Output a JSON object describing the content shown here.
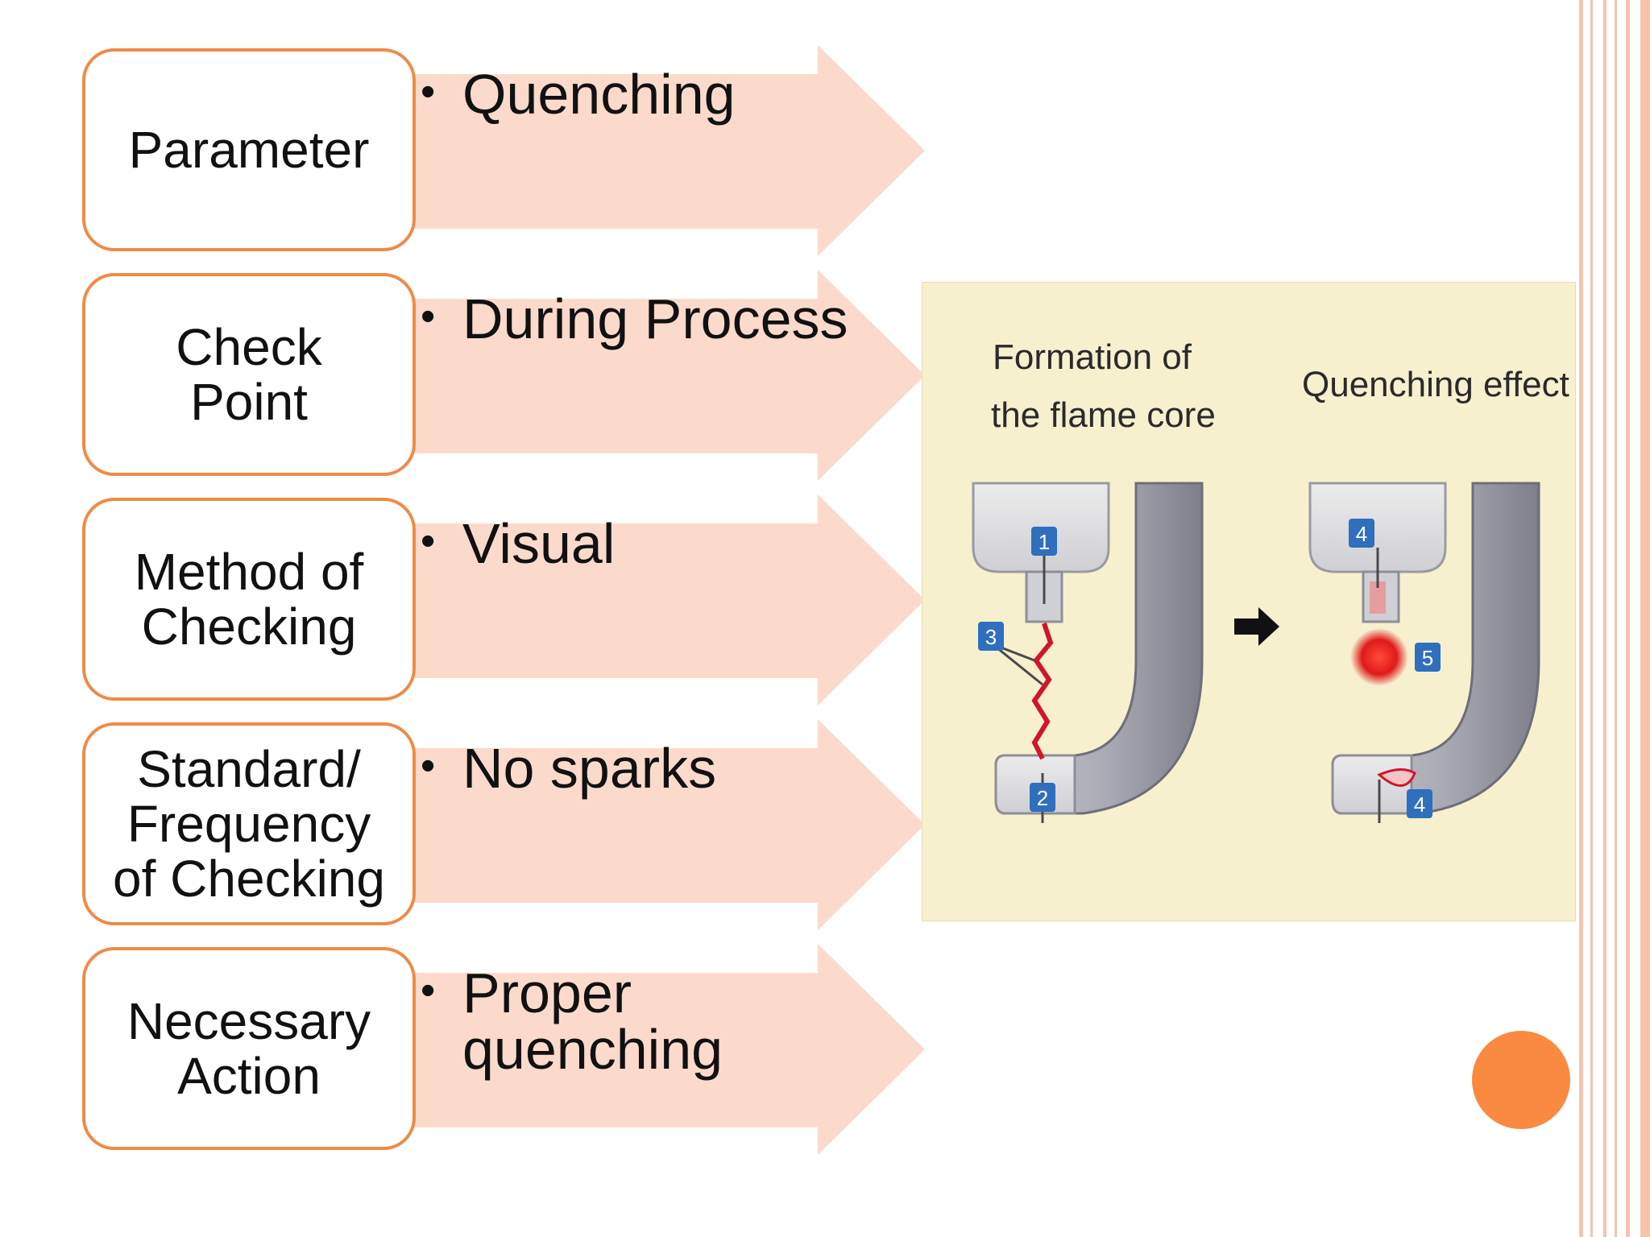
{
  "rows": [
    {
      "label": "Parameter",
      "value": "Quenching"
    },
    {
      "label": "Check\nPoint",
      "value": "During Process"
    },
    {
      "label": "Method of\nChecking",
      "value": "Visual"
    },
    {
      "label": "Standard/\nFrequency\nof Checking",
      "value": "No sparks"
    },
    {
      "label": "Necessary\nAction",
      "value": "Proper\nquenching"
    }
  ],
  "bullet": "•",
  "illustration": {
    "left_caption_line1": "Formation of",
    "left_caption_line2": "the flame core",
    "right_caption": "Quenching effect",
    "markers_left": [
      "1",
      "3",
      "2"
    ],
    "markers_right": [
      "4",
      "5",
      "4"
    ]
  },
  "colors": {
    "arrow_fill": "#fcdacb",
    "box_border": "#f08a45",
    "illustration_bg": "#f6f0cf",
    "accent_dot": "#f98a40",
    "slide_border": "#f6c3ad"
  }
}
